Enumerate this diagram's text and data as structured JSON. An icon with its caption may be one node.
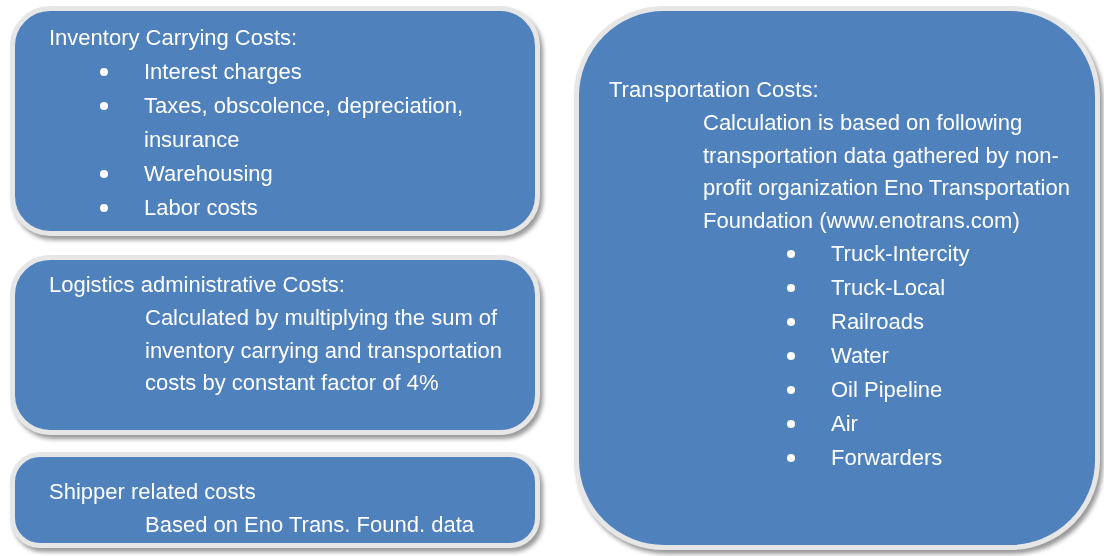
{
  "diagram": {
    "nodes": [
      {
        "text": [
          "Inventory Carrying Costs:",
          "Interest charges",
          "Taxes, obscolence, depreciation, insurance",
          "Warehousing",
          "Labor costs"
        ]
      },
      {
        "text": [
          "Logistics administrative Costs:",
          "Calculated by multiplying the sum of inventory carrying and transportation costs by constant factor of 4%"
        ]
      },
      {
        "text": [
          "Shipper related costs",
          "Based on Eno Trans. Found. data"
        ]
      },
      {
        "text": [
          "Transportation Costs:",
          "Calculation is based on following transportation data gathered by non-profit organization Eno Transportation Foundation (www.enotrans.com)",
          "Truck-Intercity",
          "Truck-Local",
          "Railroads",
          "Water",
          "Oil Pipeline",
          "Air",
          "Forwarders"
        ]
      }
    ]
  }
}
